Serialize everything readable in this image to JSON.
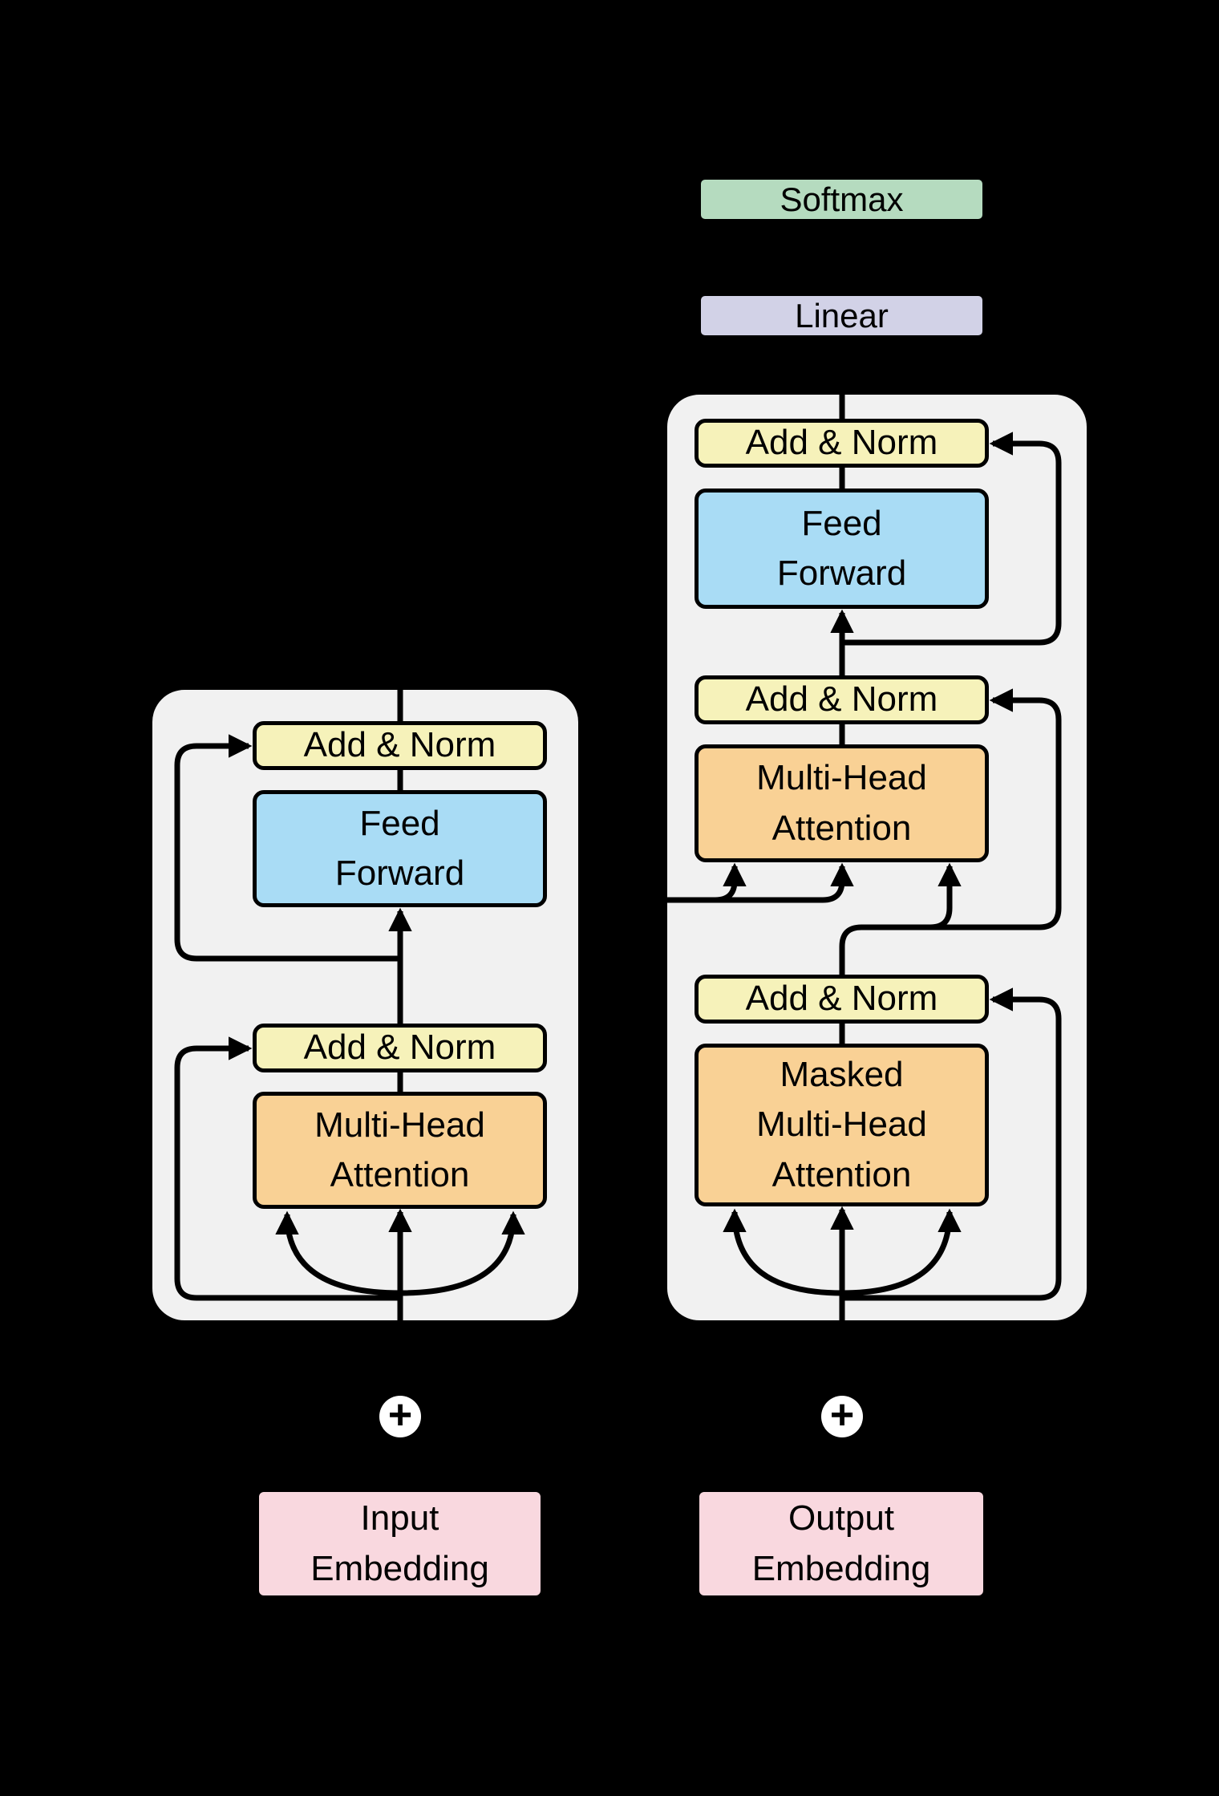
{
  "diagram": {
    "title": "transformer-architecture",
    "colors": {
      "background": "#000000",
      "container_fill": "#F1F1F1",
      "add_norm": "#F6F2BA",
      "feed_forward": "#A9DCF5",
      "attention": "#F9D195",
      "embedding": "#F9D8DF",
      "linear": "#D2D2E7",
      "softmax": "#B5DBBF",
      "wire": "#000000",
      "positional_add_fill": "#FFFFFF"
    },
    "output_head": {
      "softmax_label": "Softmax",
      "linear_label": "Linear"
    },
    "decoder": {
      "add_norm_top_label": "Add & Norm",
      "feed_forward_label": "Feed\nForward",
      "add_norm_middle_label": "Add & Norm",
      "multi_head_attention_label": "Multi-Head\nAttention",
      "add_norm_bottom_label": "Add & Norm",
      "masked_multi_head_attention_label": "Masked\nMulti-Head\nAttention"
    },
    "encoder": {
      "add_norm_top_label": "Add & Norm",
      "feed_forward_label": "Feed\nForward",
      "add_norm_bottom_label": "Add & Norm",
      "multi_head_attention_label": "Multi-Head\nAttention"
    },
    "embeddings": {
      "input_label": "Input\nEmbedding",
      "output_label": "Output\nEmbedding",
      "positional_add_symbol": "+"
    }
  }
}
